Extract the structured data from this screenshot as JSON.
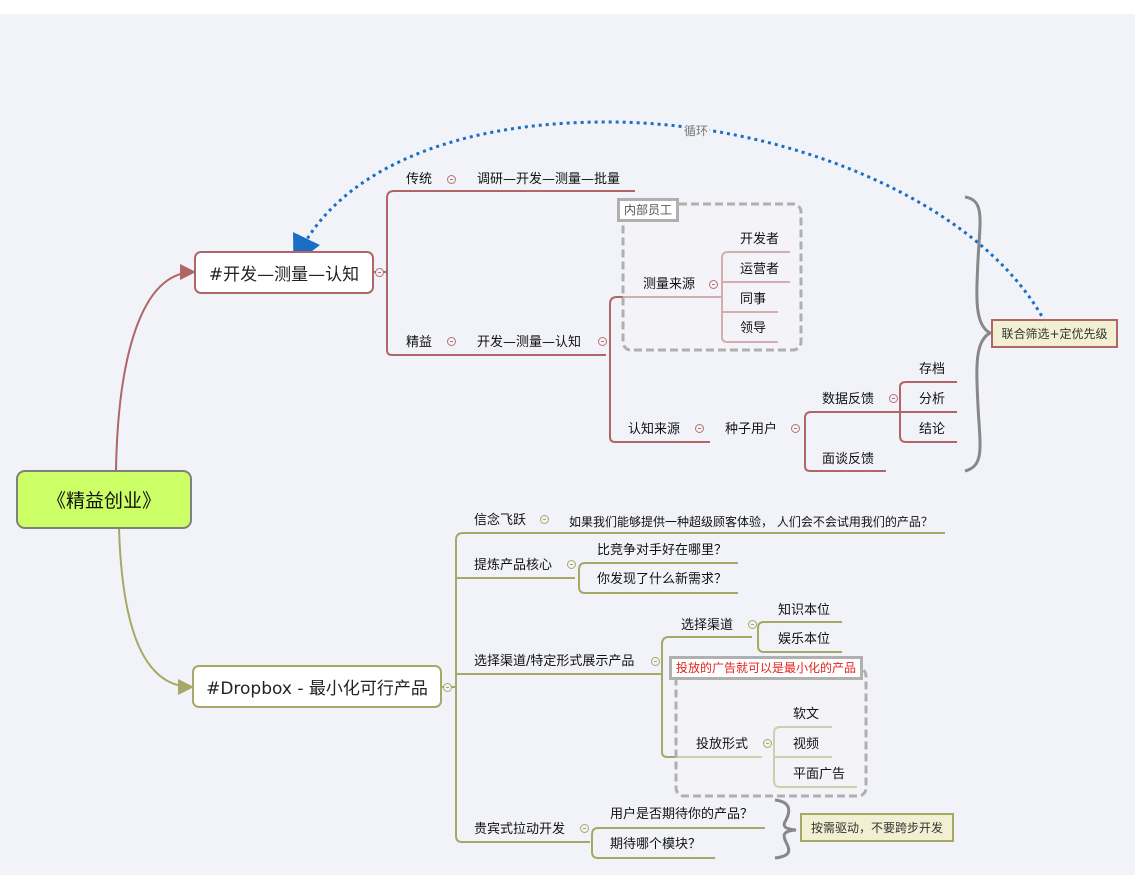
{
  "colors": {
    "background": "#f2f3f9",
    "root_fill": "#ccff66",
    "branch_top": "#b06666",
    "branch_bottom": "#a8a866",
    "relationship": "#1a6fc4",
    "boundary": "#b0b0b0",
    "summary_fill": "#f2f0d2",
    "highlight_text": "#e0241c"
  },
  "root": {
    "label": "《精益创业》"
  },
  "branch_top": {
    "label": "#开发—测量—认知",
    "children": {
      "traditional": {
        "label": "传统",
        "child": "调研—开发—测量—批量"
      },
      "lean": {
        "label": "精益",
        "child": "开发—测量—认知",
        "measure": {
          "label": "测量来源",
          "boundary_title": "内部员工",
          "items": [
            "开发者",
            "运营者",
            "同事",
            "领导"
          ]
        },
        "cognition": {
          "label": "认知来源",
          "seed": {
            "label": "种子用户",
            "data_feedback": {
              "label": "数据反馈",
              "items": [
                "存档",
                "分析",
                "结论"
              ]
            },
            "interview": "面谈反馈"
          }
        }
      }
    },
    "summary": "联合筛选+定优先级",
    "relationship_label": "循环"
  },
  "branch_bottom": {
    "label": "#Dropbox - 最小化可行产品",
    "children": {
      "leap": {
        "label": "信念飞跃",
        "child": "如果我们能够提供一种超级顾客体验， 人们会不会试用我们的产品？"
      },
      "core": {
        "label": "提炼产品核心",
        "items": [
          "比竞争对手好在哪里？",
          "你发现了什么新需求？"
        ]
      },
      "channel": {
        "label": "选择渠道/特定形式展示产品",
        "select": {
          "label": "选择渠道",
          "items": [
            "知识本位",
            "娱乐本位"
          ]
        },
        "boundary_title": "投放的广告就可以是最小化的产品",
        "form": {
          "label": "投放形式",
          "items": [
            "软文",
            "视频",
            "平面广告"
          ]
        }
      },
      "vip": {
        "label": "贵宾式拉动开发",
        "items": [
          "用户是否期待你的产品？",
          "期待哪个模块？"
        ],
        "summary": "按需驱动，不要跨步开发"
      }
    }
  }
}
